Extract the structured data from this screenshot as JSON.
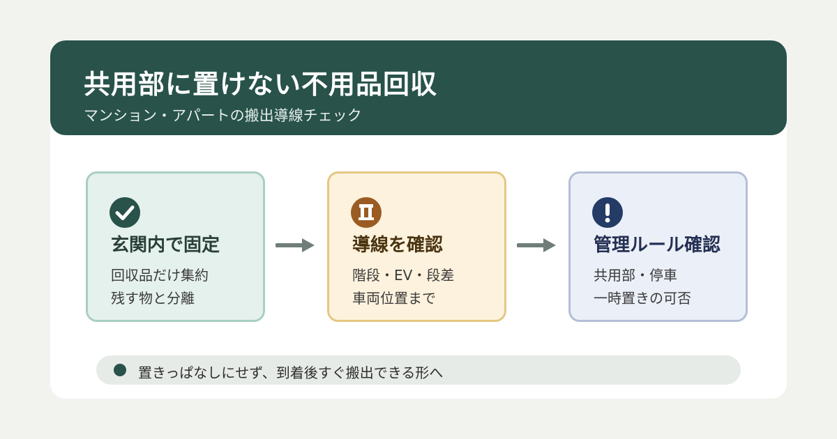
{
  "header": {
    "title": "共用部に置けない不用品回収",
    "subtitle": "マンション・アパートの搬出導線チェック"
  },
  "steps": [
    {
      "icon": "check-circle-icon",
      "title": "玄関内で固定",
      "lines": [
        "回収品だけ集約",
        "残す物と分離"
      ],
      "accent": "#28524a"
    },
    {
      "icon": "door-frame-icon",
      "title": "導線を確認",
      "lines": [
        "階段・EV・段差",
        "車両位置まで"
      ],
      "accent": "#9a5c22"
    },
    {
      "icon": "exclamation-circle-icon",
      "title": "管理ルール確認",
      "lines": [
        "共用部・停車",
        "一時置きの可否"
      ],
      "accent": "#243b66"
    }
  ],
  "note": {
    "text": "置きっぱなしにせず、到着後すぐ搬出できる形へ"
  },
  "colors": {
    "header_bg": "#28524a",
    "page_bg": "#f2f3ef",
    "arrow": "#6f7e77"
  }
}
